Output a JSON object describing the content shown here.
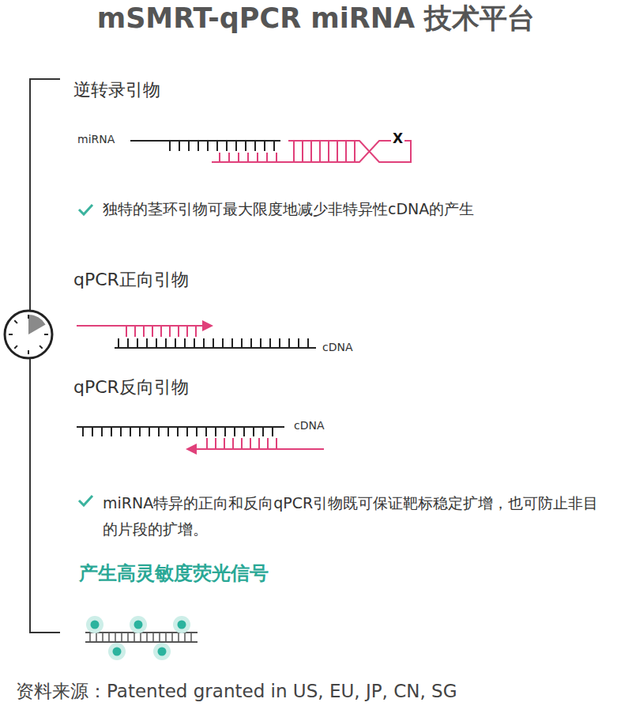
{
  "diagram": {
    "title": "mSMRT-qPCR miRNA 技术平台",
    "caption": "资料来源：Patented granted in US, EU, JP, CN, SG",
    "labels": [
      "逆转录引物",
      "miRNA",
      "X",
      "独特的茎环引物可最大限度地减少非特异性cDNA的产生",
      "qPCR正向引物",
      "cDNA",
      "qPCR反向引物",
      "cDNA",
      "miRNA特异的正向和反向qPCR引物既可保证靶标稳定扩增，也可防止非目的片段的扩增。",
      "产生高灵敏度荧光信号"
    ]
  }
}
